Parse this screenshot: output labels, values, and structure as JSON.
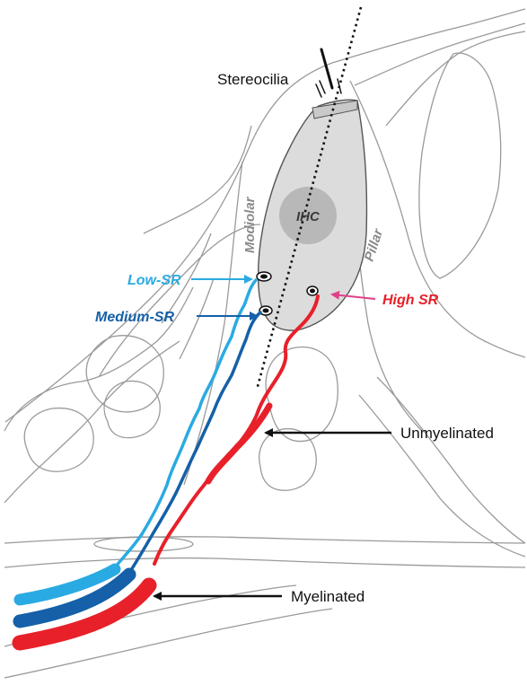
{
  "labels": {
    "stereocilia": "Stereocilia",
    "ihc": "IHC",
    "modiolar": "Modiolar",
    "pillar": "Pillar",
    "low_sr": "Low-SR",
    "medium_sr": "Medium-SR",
    "high_sr": "High SR",
    "unmyelinated": "Unmyelinated",
    "myelinated": "Myelinated"
  },
  "colors": {
    "low_sr": "#2aaae2",
    "medium_sr": "#1560a8",
    "high_sr": "#e8202a",
    "high_sr_arrow": "#e0408a",
    "outline": "#9a9a9a",
    "cell_fill": "#dcdcdc",
    "nucleus_fill": "#b8b8b8"
  }
}
